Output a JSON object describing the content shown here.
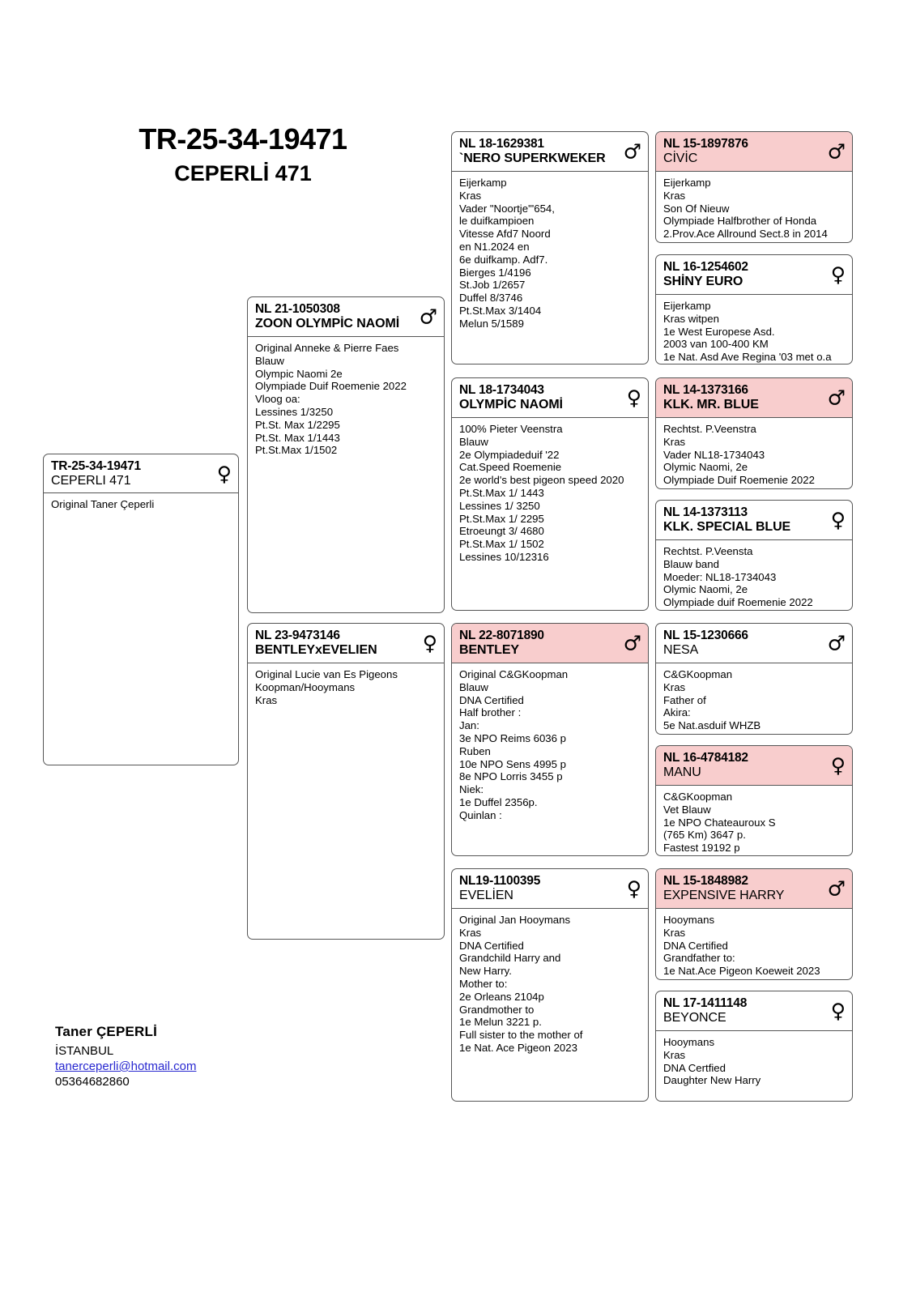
{
  "title": {
    "ring": "TR-25-34-19471",
    "name": "CEPERLİ 471"
  },
  "colors": {
    "pink_header": "#f8cdcd",
    "border": "#555555",
    "link": "#2828d0"
  },
  "symbols": {
    "male": "♂",
    "female": "♀"
  },
  "cards": {
    "self": {
      "ring": "TR-25-34-19471",
      "name": "CEPERLI 471",
      "sex": "♀",
      "body": "Original Taner Çeperli"
    },
    "sire": {
      "ring": "NL 21-1050308",
      "name": "ZOON OLYMPİC NAOMİ",
      "sex": "♂",
      "body": "Original Anneke & Pierre Faes\nBlauw\nOlympic Naomi 2e\nOlympiade Duif Roemenie 2022\nVloog oa:\nLessines 1/3250\nPt.St. Max 1/2295\nPt.St. Max 1/1443\nPt.St.Max 1/1502"
    },
    "dam": {
      "ring": "NL 23-9473146",
      "name": "BENTLEYxEVELIEN",
      "sex": "♀",
      "body": "Original Lucie van Es Pigeons\nKoopman/Hooymans\nKras"
    },
    "sire_sire": {
      "ring": "NL 18-1629381",
      "name": "`NERO SUPERKWEKER",
      "sex": "♂",
      "body": "Eijerkamp\nKras\nVader \"Noortje\"'654,\nle duifkampioen\nVitesse Afd7 Noord\nen N1.2024 en\n6e duifkamp. Adf7.\nBierges 1/4196\nSt.Job 1/2657\nDuffel 8/3746\nPt.St.Max 3/1404\nMelun 5/1589"
    },
    "sire_dam": {
      "ring": "NL 18-1734043",
      "name": "OLYMPİC NAOMİ",
      "sex": "♀",
      "body": "100% Pieter Veenstra\nBlauw\n2e Olympiadeduif '22\nCat.Speed Roemenie\n2e world's best pigeon speed 2020\nPt.St.Max 1/ 1443\nLessines 1/ 3250\nPt.St.Max 1/ 2295\nEtroeungt 3/ 4680\nPt.St.Max 1/ 1502\nLessines 10/12316"
    },
    "dam_sire": {
      "ring": "NL 22-8071890",
      "name": "BENTLEY",
      "sex": "♂",
      "body": "Original C&GKoopman\nBlauw\nDNA Certified\nHalf brother :\nJan:\n3e NPO Reims 6036 p\nRuben\n10e NPO Sens 4995 p\n8e NPO Lorris 3455 p\nNiek:\n1e Duffel 2356p.\n Quinlan :"
    },
    "dam_dam": {
      "ring": "NL19-1100395",
      "name": "EVELİEN",
      "sex": "♀",
      "body": "Original Jan Hooymans\nKras\nDNA Certified\nGrandchild Harry and\nNew Harry.\nMother to:\n2e Orleans 2104p\nGrandmother to\n1e Melun 3221 p.\nFull sister to the mother of\n1e Nat. Ace Pigeon 2023"
    },
    "sire_sire_sire": {
      "ring": "NL 15-1897876",
      "name": "CİVİC",
      "sex": "♂",
      "body": "Eijerkamp\nKras\nSon Of Nieuw\nOlympiade Halfbrother of Honda\n2.Prov.Ace Allround Sect.8 in 2014"
    },
    "sire_sire_dam": {
      "ring": "NL 16-1254602",
      "name": "SHİNY EURO",
      "sex": "♀",
      "body": "Eijerkamp\nKras witpen\n1e West Europese Asd.\n2003 van 100-400 KM\n1e Nat. Asd Ave Regina '03 met o.a"
    },
    "sire_dam_sire": {
      "ring": "NL 14-1373166",
      "name": "KLK. MR. BLUE",
      "sex": "♂",
      "body": "Rechtst. P.Veenstra\nKras\nVader NL18-1734043\nOlymic Naomi, 2e\nOlympiade Duif Roemenie 2022"
    },
    "sire_dam_dam": {
      "ring": "NL 14-1373113",
      "name": "KLK. SPECIAL BLUE",
      "sex": "♀",
      "body": "Rechtst. P.Veensta\nBlauw band\nMoeder: NL18-1734043\nOlymic Naomi, 2e\nOlympiade duif Roemenie 2022"
    },
    "dam_sire_sire": {
      "ring": "NL 15-1230666",
      "name": "NESA",
      "sex": "♂",
      "body": "C&GKoopman\nKras\nFather of\nAkira:\n5e Nat.asduif WHZB"
    },
    "dam_sire_dam": {
      "ring": "NL 16-4784182",
      "name": "MANU",
      "sex": "♀",
      "body": "C&GKoopman\nVet Blauw\n1e NPO Chateauroux S\n(765 Km) 3647 p.\nFastest 19192 p"
    },
    "dam_dam_sire": {
      "ring": "NL 15-1848982",
      "name": "EXPENSIVE HARRY",
      "sex": "♂",
      "body": "Hooymans\nKras\nDNA Certified\nGrandfather to:\n1e Nat.Ace Pigeon Koeweit 2023"
    },
    "dam_dam_dam": {
      "ring": "NL 17-1411148",
      "name": "BEYONCE",
      "sex": "♀",
      "body": "Hooymans\nKras\nDNA Certfied\nDaughter New Harry"
    }
  },
  "footer": {
    "name": "Taner ÇEPERLİ",
    "city": "İSTANBUL",
    "email": "tanerceperli@hotmail.com",
    "phone": "05364682860"
  }
}
